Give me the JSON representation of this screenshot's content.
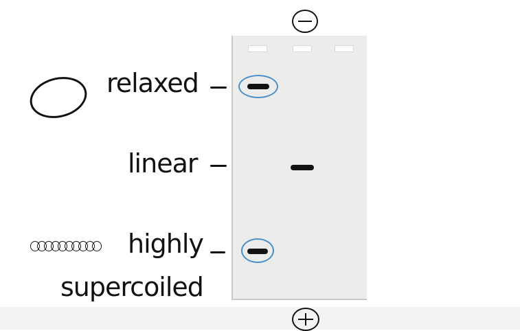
{
  "electrodes": {
    "top_symbol": "minus",
    "bottom_symbol": "plus"
  },
  "gel": {
    "wells": 3,
    "lanes": [
      {
        "bands": [
          "relaxed",
          "highly supercoiled"
        ],
        "circled": true
      },
      {
        "bands": [
          "linear"
        ],
        "circled": false
      },
      {
        "bands": [],
        "circled": false
      }
    ]
  },
  "labels": {
    "relaxed": "relaxed",
    "linear": "linear",
    "supercoiled_line1": "highly",
    "supercoiled_line2": "supercoiled"
  },
  "icons": {
    "relaxed": "open-circle-icon",
    "supercoiled": "coiled-dna-icon"
  },
  "colors": {
    "gel": "#ececea",
    "band": "#111111",
    "highlight_ring": "#4a90c9"
  }
}
